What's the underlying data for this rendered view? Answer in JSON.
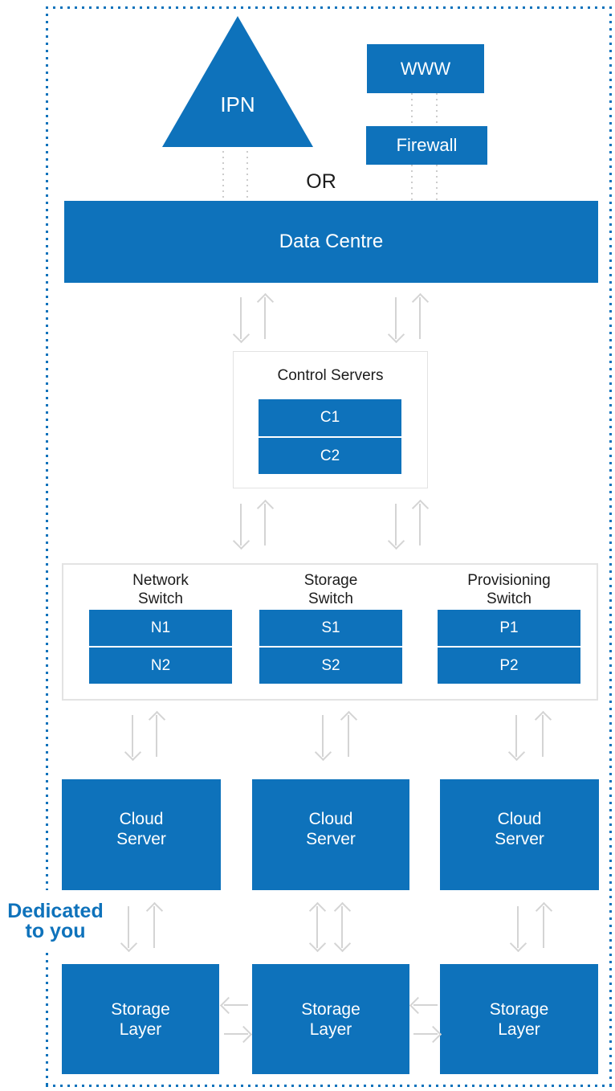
{
  "colors": {
    "blue": "#0E72BB",
    "arrow_gray": "#D4D4D4",
    "connector_gray": "#CCCCCC",
    "container_border": "#E3E3E3",
    "text_dark": "#1C1C1C",
    "bg": "#FFFFFF"
  },
  "nodes": {
    "ipn": "IPN",
    "www": "WWW",
    "firewall": "Firewall",
    "or": "OR",
    "data_centre": "Data Centre",
    "control_servers": {
      "title": "Control Servers",
      "items": [
        "C1",
        "C2"
      ]
    },
    "switches": [
      {
        "title_line1": "Network",
        "title_line2": "Switch",
        "items": [
          "N1",
          "N2"
        ]
      },
      {
        "title_line1": "Storage",
        "title_line2": "Switch",
        "items": [
          "S1",
          "S2"
        ]
      },
      {
        "title_line1": "Provisioning",
        "title_line2": "Switch",
        "items": [
          "P1",
          "P2"
        ]
      }
    ],
    "cloud_servers": [
      {
        "line1": "Cloud",
        "line2": "Server"
      },
      {
        "line1": "Cloud",
        "line2": "Server"
      },
      {
        "line1": "Cloud",
        "line2": "Server"
      }
    ],
    "storage_layers": [
      {
        "line1": "Storage",
        "line2": "Layer"
      },
      {
        "line1": "Storage",
        "line2": "Layer"
      },
      {
        "line1": "Storage",
        "line2": "Layer"
      }
    ],
    "dedicated": {
      "line1": "Dedicated",
      "line2": "to you"
    }
  }
}
